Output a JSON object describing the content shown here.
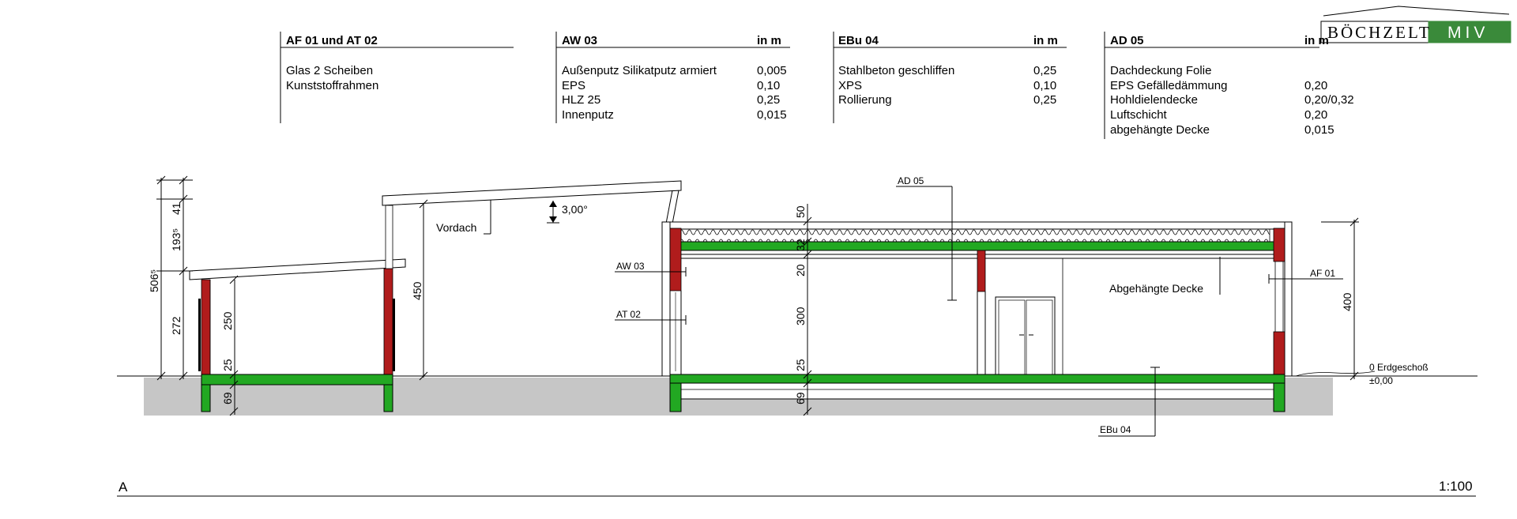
{
  "logo": {
    "left": "Böchzelt",
    "right": "MIV",
    "accent": "#3a8a3a"
  },
  "colors": {
    "insulation": "#22a822",
    "masonry": "#b01c1c",
    "ground": "#c6c6c6",
    "line": "#000000"
  },
  "legend": [
    {
      "code": "AF 01 und AT 02",
      "unit": "",
      "rows": [
        {
          "name": "Glas 2 Scheiben",
          "value": ""
        },
        {
          "name": "Kunststoffrahmen",
          "value": ""
        }
      ]
    },
    {
      "code": "AW 03",
      "unit": "in m",
      "rows": [
        {
          "name": "Außenputz Silikatputz armiert",
          "value": "0,005"
        },
        {
          "name": "EPS",
          "value": "0,10"
        },
        {
          "name": "HLZ 25",
          "value": "0,25"
        },
        {
          "name": "Innenputz",
          "value": "0,015"
        }
      ]
    },
    {
      "code": "EBu 04",
      "unit": "in m",
      "rows": [
        {
          "name": "Stahlbeton geschliffen",
          "value": "0,25"
        },
        {
          "name": "XPS",
          "value": "0,10"
        },
        {
          "name": "Rollierung",
          "value": "0,25"
        }
      ]
    },
    {
      "code": "AD 05",
      "unit": "in m",
      "rows": [
        {
          "name": "Dachdeckung Folie",
          "value": ""
        },
        {
          "name": "EPS Gefälledämmung",
          "value": "0,20"
        },
        {
          "name": "Hohldielendecke",
          "value": "0,20/0,32"
        },
        {
          "name": "Luftschicht",
          "value": "0,20"
        },
        {
          "name": "abgehängte Decke",
          "value": "0,015"
        }
      ]
    }
  ],
  "labels": {
    "vordach": "Vordach",
    "angle": "3,00°",
    "ad05": "AD 05",
    "aw03": "AW 03",
    "at02": "AT 02",
    "af01": "AF 01",
    "abgehaengte": "Abgehängte Decke",
    "ebu04": "EBu 04",
    "level_name": "0 Erdgeschoß",
    "level_value": "±0,00"
  },
  "dimensions": {
    "left_41": "41",
    "left_193": "193⁵",
    "left_506": "506⁵",
    "left_272": "272",
    "carport_250": "250",
    "carport_25": "25",
    "carport_69": "69",
    "vordach_450": "450",
    "main_50": "50",
    "main_32": "32",
    "main_20": "20",
    "main_300": "300",
    "main_25": "25",
    "main_69": "69",
    "right_400": "400"
  },
  "footer": {
    "section": "A",
    "scale": "1:100"
  }
}
